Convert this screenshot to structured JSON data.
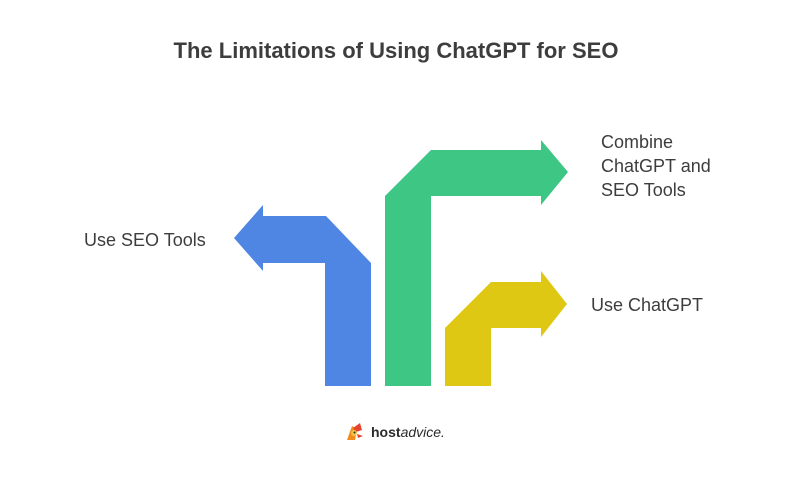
{
  "title": "The Limitations of Using ChatGPT for SEO",
  "options": [
    {
      "label": "Use SEO Tools",
      "color": "#4f86e3"
    },
    {
      "label": "Combine ChatGPT and SEO Tools",
      "color": "#3dc684"
    },
    {
      "label": "Use ChatGPT",
      "color": "#dfc814"
    }
  ],
  "brand": {
    "name_bold": "host",
    "name_italic": "advice.",
    "logo_icon": "hostadvice-logo-icon"
  }
}
